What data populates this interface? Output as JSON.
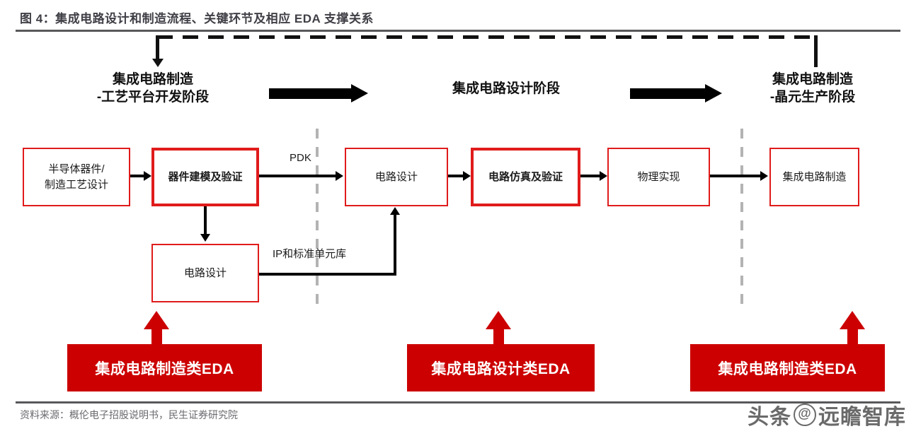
{
  "title": "图 4：集成电路设计和制造流程、关键环节及相应 EDA 支撑关系",
  "footer": {
    "source": "资料来源：概伦电子招股说明书，民生证券研究院",
    "watermark_left": "头条",
    "watermark_at": "@",
    "watermark_right": "远瞻智库"
  },
  "stages": [
    {
      "line1": "集成电路制造",
      "line2": "-工艺平台开发阶段"
    },
    {
      "line1": "集成电路设计阶段",
      "line2": ""
    },
    {
      "line1": "集成电路制造",
      "line2": "-晶元生产阶段"
    }
  ],
  "flow": {
    "process_design": "半导体器件/\n制造工艺设计",
    "device_modeling": "器件建模及验证",
    "circuit_design": "电路设计",
    "circuit_simulation": "电路仿真及验证",
    "physical_impl": "物理实现",
    "ic_manufacturing": "集成电路制造",
    "circuit_design_lower": "电路设计"
  },
  "edge_labels": {
    "pdk": "PDK",
    "ip_library": "IP和标准单元库"
  },
  "eda_blocks": [
    {
      "label": "集成电路制造类EDA"
    },
    {
      "label": "集成电路设计类EDA"
    },
    {
      "label": "集成电路制造类EDA"
    }
  ],
  "colors": {
    "brand_red": "#cc0000",
    "box_border_red": "#e01b1b",
    "rule_gray": "#58585b",
    "divider_gray": "#b3b3b3",
    "title_text": "#3f3f46",
    "footer_text": "#6b6b70"
  }
}
